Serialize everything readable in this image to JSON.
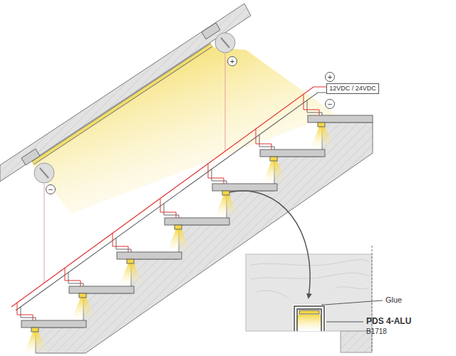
{
  "diagram": {
    "nodes": [
      {
        "text": [
          "+"
        ]
      },
      {
        "text": [
          "+"
        ]
      },
      {
        "text": [
          "12VDC / 24VDC"
        ]
      },
      {
        "text": [
          "−"
        ]
      },
      {
        "text": [
          "−"
        ]
      }
    ],
    "labels": [
      "Glue",
      "PDS 4-ALU",
      "B1718"
    ]
  }
}
